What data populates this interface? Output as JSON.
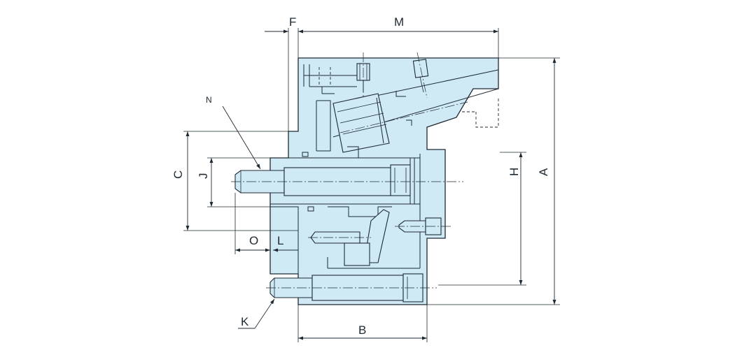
{
  "labels": {
    "F": "F",
    "M": "M",
    "N": "N",
    "C": "C",
    "J": "J",
    "H": "H",
    "A": "A",
    "O": "O",
    "L": "L",
    "K": "K",
    "B": "B"
  },
  "colors": {
    "body_fill": "#cfeaf5",
    "line": "#1e2a33"
  }
}
